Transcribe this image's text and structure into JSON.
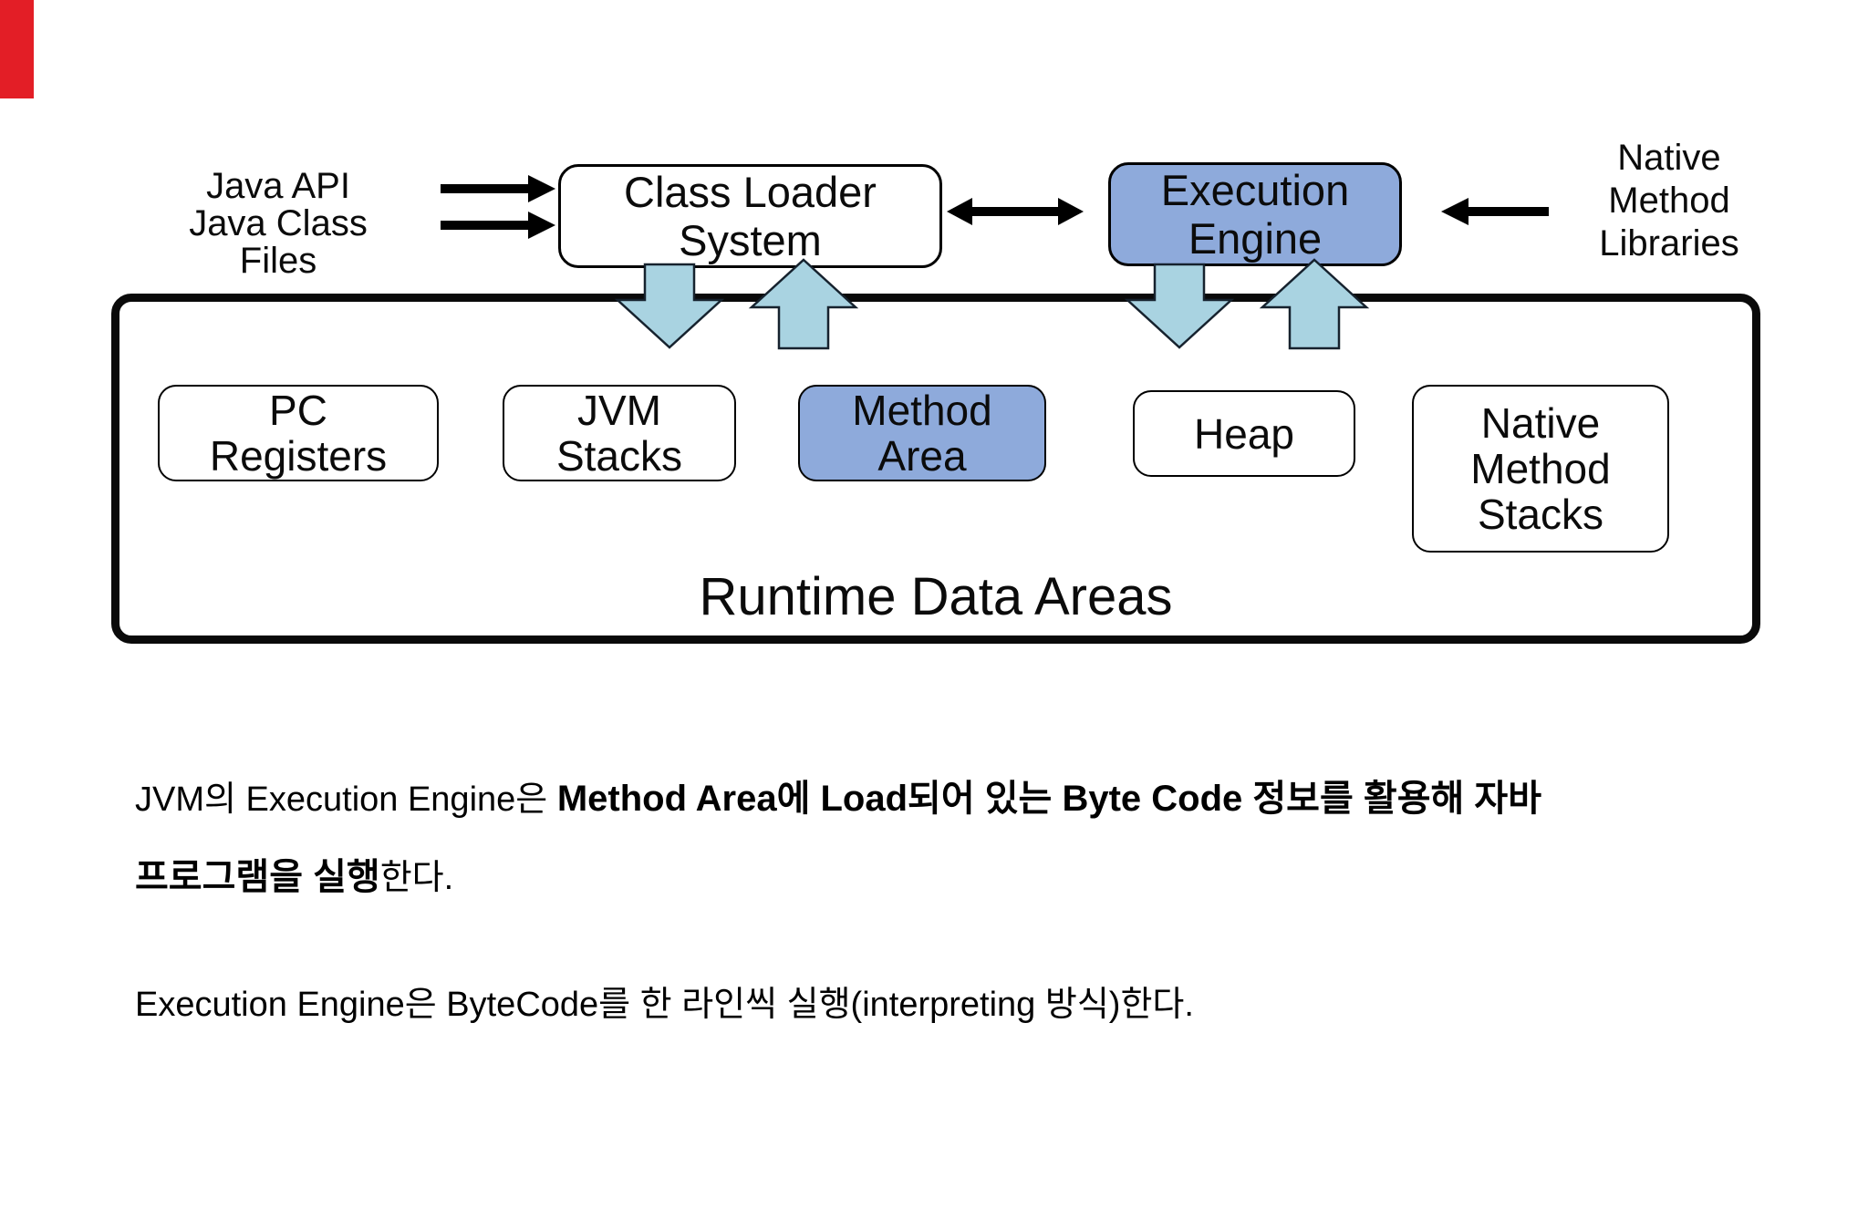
{
  "colors": {
    "box_blue": "#8eaadb",
    "arrow_blue": "#a9d3e1",
    "corner_red": "#e31e26"
  },
  "top": {
    "java_api": "Java API",
    "java_class": "Java Class",
    "files": "Files",
    "class_loader": {
      "line1": "Class Loader",
      "line2": "System"
    },
    "execution_engine": {
      "line1": "Execution",
      "line2": "Engine"
    },
    "native_libraries": {
      "line1": "Native",
      "line2": "Method",
      "line3": "Libraries"
    }
  },
  "runtime": {
    "title": "Runtime Data Areas",
    "pc_registers": {
      "line1": "PC",
      "line2": "Registers"
    },
    "jvm_stacks": {
      "line1": "JVM",
      "line2": "Stacks"
    },
    "method_area": {
      "line1": "Method",
      "line2": "Area"
    },
    "heap": {
      "line1": "Heap"
    },
    "native_method_stacks": {
      "line1": "Native",
      "line2": "Method",
      "line3": "Stacks"
    }
  },
  "notes": {
    "p1": {
      "normal1": "JVM의 Execution Engine은 ",
      "bold1": "Method Area에 Load되어 있는 Byte Code 정보를 활용해 자바"
    },
    "p2": {
      "bold1": "프로그램을 실행",
      "normal1": "한다."
    },
    "p3": {
      "normal1": "Execution Engine은 ByteCode를 한 라인씩 실행(interpreting 방식)한다."
    }
  }
}
